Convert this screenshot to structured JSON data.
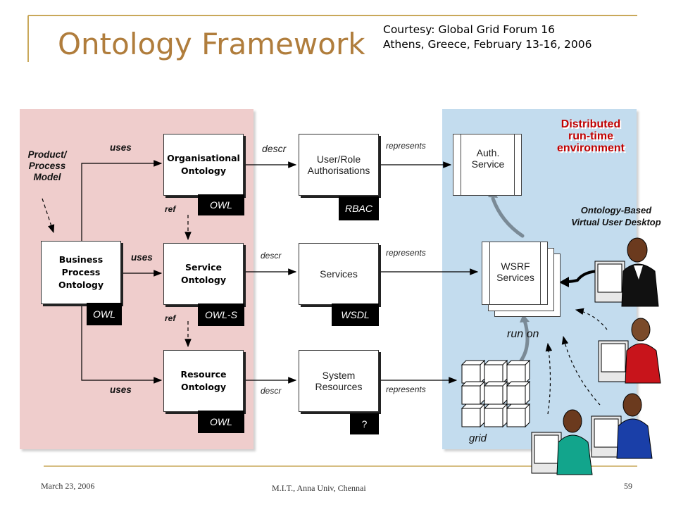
{
  "slide": {
    "title": "Ontology Framework",
    "courtesy_line1": "Courtesy: Global Grid Forum 16",
    "courtesy_line2": "Athens, Greece, February 13-16, 2006"
  },
  "left": {
    "product_model": "Product/\nProcess\nModel",
    "business_ontology": "Business\nProcess\nOntology",
    "business_tag": "OWL",
    "uses_top": "uses",
    "uses_mid": "uses",
    "uses_bottom": "uses",
    "org_ontology": "Organisational\nOntology",
    "org_tag": "OWL",
    "service_ontology": "Service\nOntology",
    "service_tag": "OWL-S",
    "resource_ontology": "Resource\nOntology",
    "resource_tag": "OWL",
    "ref_top": "ref",
    "ref_bottom": "ref"
  },
  "middle": {
    "descr_top": "descr",
    "descr_mid": "descr",
    "descr_bottom": "descr",
    "user_role": "User/Role\nAuthorisations",
    "user_role_tag": "RBAC",
    "services": "Services",
    "services_tag": "WSDL",
    "system_resources": "System\nResources",
    "system_tag": "?",
    "represents_top": "represents",
    "represents_mid": "represents",
    "represents_bottom": "represents"
  },
  "right": {
    "distributed": "Distributed\nrun-time\nenvironment",
    "auth_service": "Auth.\nService",
    "wsrf_services": "WSRF\nServices",
    "run_on": "run on",
    "grid": "grid",
    "virtual_desktop": "Ontology-Based\nVirtual User Desktop"
  },
  "footer": {
    "date": "March 23, 2006",
    "center": "M.I.T., Anna Univ, Chennai",
    "page": "59"
  },
  "colors": {
    "title": "#b07d3c",
    "left_panel": "#efcdcc",
    "right_panel": "#c3dcee",
    "accent_red": "#c00000",
    "frame_gold": "#c9a85a"
  }
}
